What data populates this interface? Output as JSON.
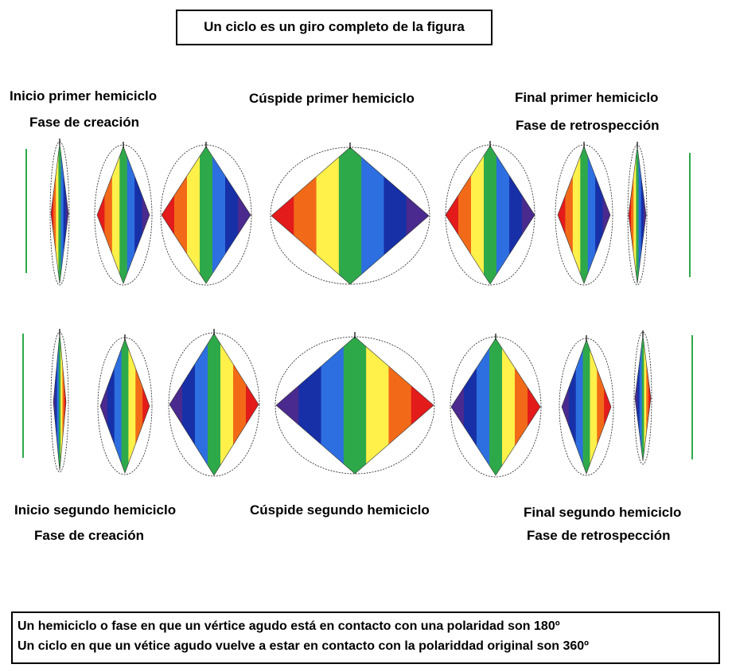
{
  "title": "Un ciclo es un giro completo de la figura",
  "labels": {
    "top_left_1": "Inicio primer hemiciclo",
    "top_left_2": "Fase de creación",
    "top_center": "Cúspide primer  hemiciclo",
    "top_right_1": "Final primer hemiciclo",
    "top_right_2": "Fase de retrospección",
    "bottom_left_1": "Inicio segundo hemiciclo",
    "bottom_left_2": "Fase de creación",
    "bottom_center": "Cúspide segundo hemiciclo",
    "bottom_right_1": "Final segundo hemiciclo",
    "bottom_right_2": "Fase de retrospección"
  },
  "footer": {
    "line1": "Un hemiciclo o fase en que un vértice agudo está en contacto con una polaridad son 180º",
    "line2": "Un ciclo en que un vétice agudo vuelve a estar en contacto con la polariddad original son  360º"
  },
  "colors": {
    "spectrum": [
      "#e41b1b",
      "#f26a18",
      "#fff04a",
      "#2ea94a",
      "#2d6fe0",
      "#1730a8",
      "#4a2a8e"
    ]
  }
}
